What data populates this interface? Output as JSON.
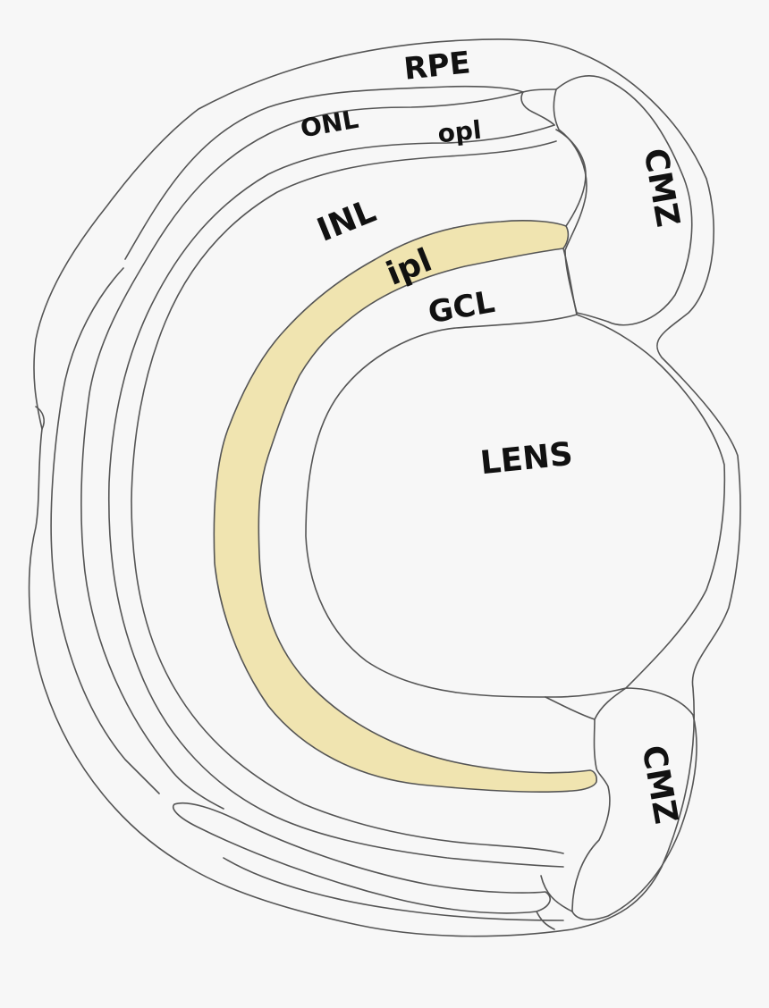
{
  "labels": {
    "rpe": "RPE",
    "onl": "ONL",
    "opl": "opl",
    "inl": "INL",
    "ipl": "ipl",
    "gcl": "GCL",
    "lens": "LENS",
    "cmz_top": "CMZ",
    "cmz_bottom": "CMZ"
  },
  "colors": {
    "background": "#f7f7f7",
    "outline": "#555555",
    "ipl_fill": "#f0e4b0",
    "label": "#111111"
  }
}
